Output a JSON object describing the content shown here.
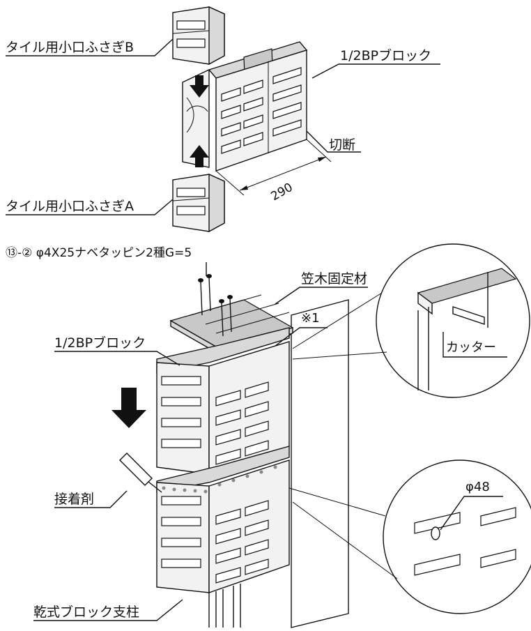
{
  "labels": {
    "cap_b": "タイル用小口ふさぎB",
    "half_block_top": "1/2BPブロック",
    "cut": "切断",
    "dimension": "290",
    "cap_a": "タイル用小口ふさぎA",
    "screw_spec": "⑬-② φ4X25ナベタッピン2種G=5",
    "coping_fixer": "笠木固定材",
    "note_mark": "※1",
    "half_block_mid": "1/2BPブロック",
    "cutter": "カッター",
    "adhesive": "接着剤",
    "hole_diameter": "φ48",
    "column": "乾式ブロック支柱"
  }
}
